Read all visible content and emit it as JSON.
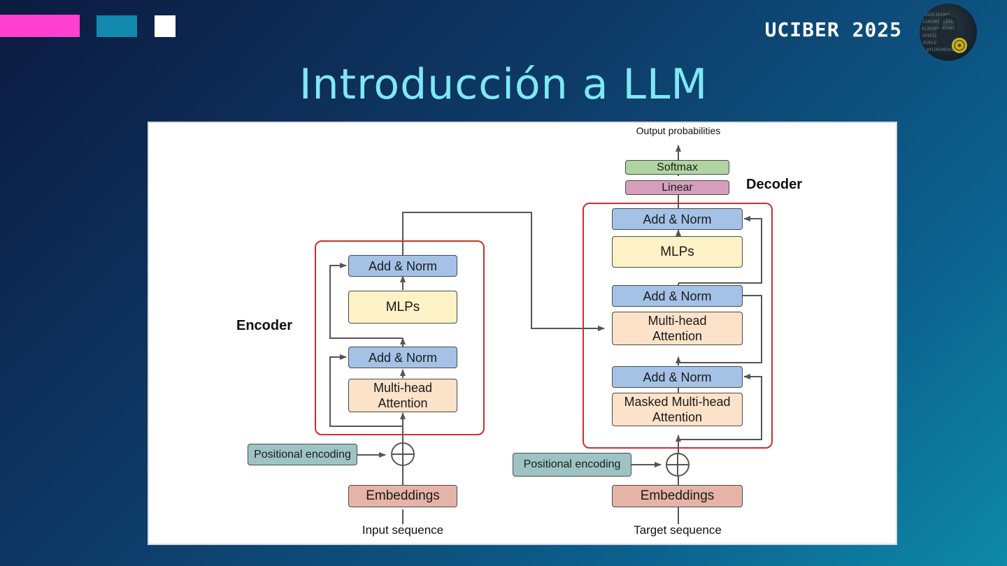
{
  "header": {
    "event": "UCIBER 2025",
    "title": "Introducción a LLM"
  },
  "colors": {
    "accent_pink": "#ff3fcf",
    "accent_teal": "#1388ad",
    "title_cyan": "#7fe8f4"
  },
  "diagram": {
    "encoder": {
      "label": "Encoder",
      "add_norm_top": "Add & Norm",
      "mlps": "MLPs",
      "add_norm_bottom": "Add & Norm",
      "attention_line1": "Multi-head",
      "attention_line2": "Attention",
      "positional_encoding": "Positional encoding",
      "embeddings": "Embeddings",
      "input": "Input sequence"
    },
    "decoder": {
      "label": "Decoder",
      "output": "Output probabilities",
      "softmax": "Softmax",
      "linear": "Linear",
      "add_norm_top": "Add & Norm",
      "mlps": "MLPs",
      "add_norm_middle": "Add & Norm",
      "cross_attention_line1": "Multi-head",
      "cross_attention_line2": "Attention",
      "add_norm_bottom": "Add & Norm",
      "masked_attention_line1": "Masked Multi-head",
      "masked_attention_line2": "Attention",
      "positional_encoding": "Positional encoding",
      "embeddings": "Embeddings",
      "input": "Target sequence"
    }
  }
}
